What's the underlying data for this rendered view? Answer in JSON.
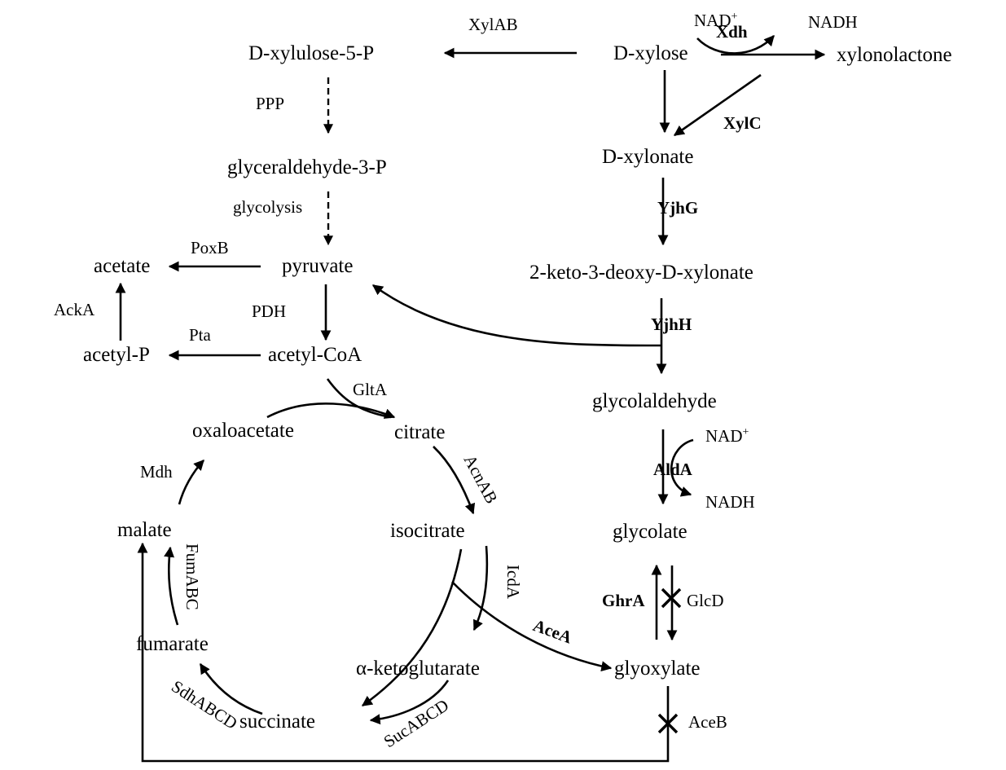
{
  "metabolites": {
    "d_xylulose_5p": "D-xylulose-5-P",
    "d_xylose": "D-xylose",
    "xylonolactone": "xylonolactone",
    "d_xylonate": "D-xylonate",
    "keto_deoxy_xylonate": "2-keto-3-deoxy-D-xylonate",
    "glyceraldehyde_3p": "glyceraldehyde-3-P",
    "pyruvate": "pyruvate",
    "acetate": "acetate",
    "acetyl_p": "acetyl-P",
    "acetyl_coa": "acetyl-CoA",
    "glycolaldehyde": "glycolaldehyde",
    "glycolate": "glycolate",
    "glyoxylate": "glyoxylate",
    "oxaloacetate": "oxaloacetate",
    "citrate": "citrate",
    "isocitrate": "isocitrate",
    "malate": "malate",
    "fumarate": "fumarate",
    "alpha_ketoglutarate": "α-ketoglutarate",
    "succinate": "succinate"
  },
  "enzymes": {
    "xylab": "XylAB",
    "xdh": "Xdh",
    "xylc": "XylC",
    "yjhg": "YjhG",
    "yjhh": "YjhH",
    "alda": "AldA",
    "ghra": "GhrA",
    "glcd": "GlcD",
    "acea": "AceA",
    "aceb": "AceB",
    "ppp": "PPP",
    "glycolysis": "glycolysis",
    "poxb": "PoxB",
    "acka": "AckA",
    "pdh": "PDH",
    "pta": "Pta",
    "glta": "GltA",
    "acnab": "AcnAB",
    "icda": "IcdA",
    "mdh": "Mdh",
    "fumabc": "FumABC",
    "sdhabcd": "SdhABCD",
    "sucabcd": "SucABCD"
  },
  "cofactors": {
    "nad_top": "NAD",
    "nad_top_sup": "+",
    "nadh_top": "NADH",
    "nad_mid": "NAD",
    "nad_mid_sup": "+",
    "nadh_mid": "NADH"
  },
  "blocked_reactions": [
    "GlcD",
    "AceB"
  ],
  "bold_enzymes": [
    "Xdh",
    "XylC",
    "YjhG",
    "YjhH",
    "AldA",
    "GhrA",
    "AceA"
  ]
}
